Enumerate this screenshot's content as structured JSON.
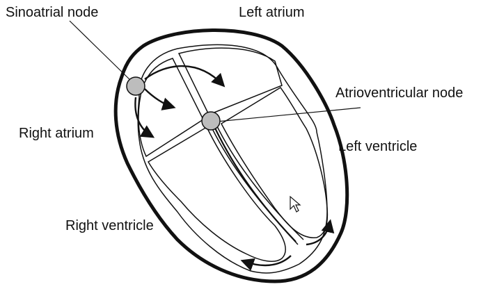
{
  "labels": {
    "sinoatrial_node": "Sinoatrial node",
    "left_atrium": "Left atrium",
    "atrioventricular_node": "Atrioventricular node",
    "right_atrium": "Right atrium",
    "left_ventricle": "Left ventricle",
    "right_ventricle": "Right ventricle"
  },
  "colors": {
    "stroke": "#111111",
    "node_fill": "#bdbdbd",
    "background": "#ffffff"
  },
  "icons": {
    "cursor": "mouse-pointer-icon"
  }
}
